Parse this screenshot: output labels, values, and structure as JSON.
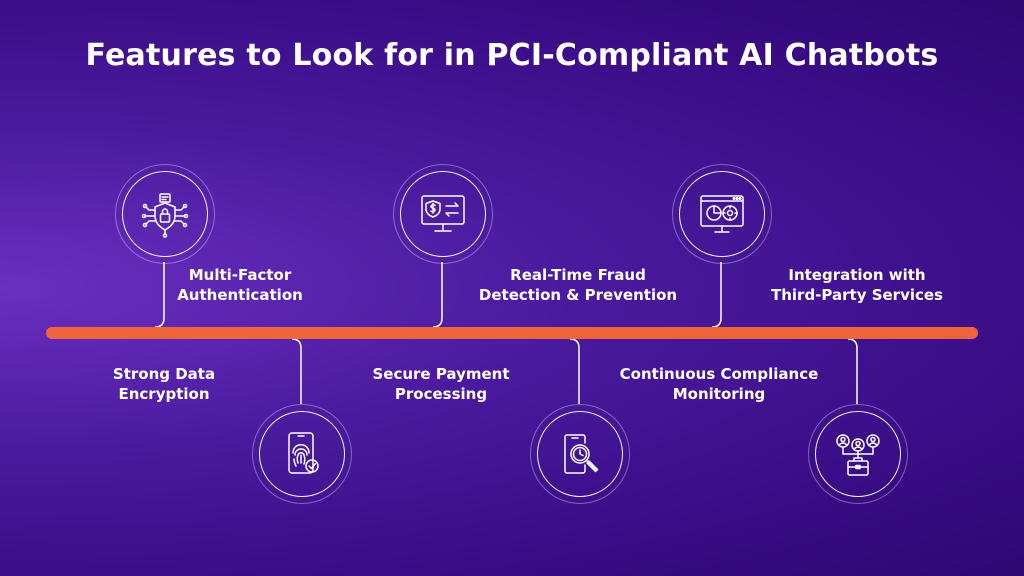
{
  "title": "Features to Look for in PCI-Compliant AI Chatbots",
  "colors": {
    "background_start": "#6a2fc0",
    "background_end": "#2f0873",
    "timeline": "#f0643c",
    "foreground": "#ffffff"
  },
  "features": [
    {
      "line1": "Strong Data",
      "line2": "Encryption",
      "icon": "shield-lock-network-icon"
    },
    {
      "line1": "Multi-Factor",
      "line2": "Authentication",
      "icon": "phone-fingerprint-icon"
    },
    {
      "line1": "Secure Payment",
      "line2": "Processing",
      "icon": "monitor-shield-dollar-icon"
    },
    {
      "line1": "Real-Time Fraud",
      "line2": "Detection & Prevention",
      "icon": "phone-magnifier-icon"
    },
    {
      "line1": "Continuous Compliance",
      "line2": "Monitoring",
      "icon": "browser-dashboard-icon"
    },
    {
      "line1": "Integration with",
      "line2": "Third-Party Services",
      "icon": "people-briefcase-icon"
    }
  ]
}
